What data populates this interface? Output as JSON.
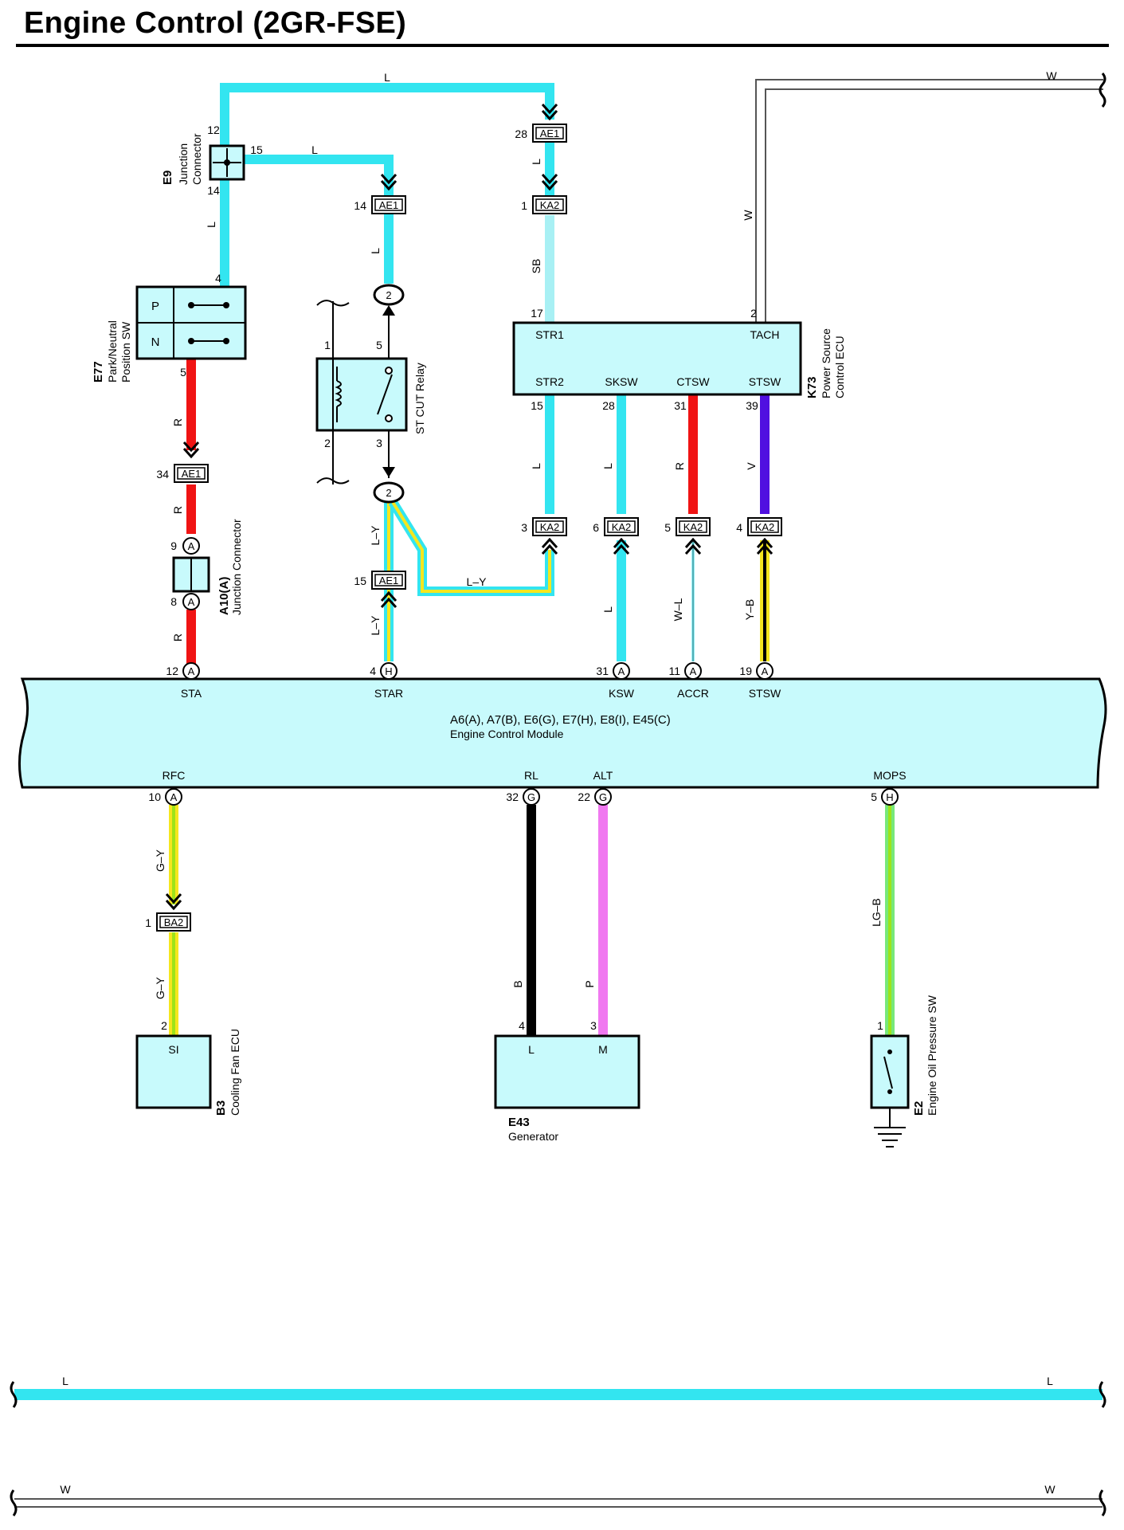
{
  "title": "Engine Control (2GR-FSE)",
  "colors": {
    "L": "#33E5F0",
    "SB": "#A8F0F4",
    "R": "#F01414",
    "V": "#5010E0",
    "Y": "#F5E61E",
    "G": "#9DE31A",
    "P": "#F078F0",
    "B": "#000000",
    "LG": "#77E87A",
    "W": "#FFFFFF",
    "component_fill": "#C8FAFC"
  },
  "wire_codes": {
    "top_l": "L",
    "e9_ae1": "L",
    "e9_e77": "L",
    "ae1_relay": "L",
    "ae1_ka2": "L",
    "sb": "SB",
    "w_tach_top": "W",
    "w_tach_vert": "W",
    "e77_ae1": "R",
    "ae1_a10": "R",
    "a10_ecm": "R",
    "relay_ly": "L–Y",
    "cross_ly": "L–Y",
    "ae1_ecm_ly": "L–Y",
    "str2_l": "L",
    "sksw_l": "L",
    "ksw_l": "L",
    "ctsw_r": "R",
    "accr_wl": "W–L",
    "stsw_v": "V",
    "stsw_yb": "Y–B",
    "rfc_gy1": "G–Y",
    "rfc_gy2": "G–Y",
    "rl_b": "B",
    "alt_p": "P",
    "mops_lgb": "LG–B",
    "bottom_l_left": "L",
    "bottom_l_right": "L",
    "bottom_w_left": "W",
    "bottom_w_right": "W"
  },
  "connectors": {
    "ae1_28": {
      "pin": "28",
      "name": "AE1"
    },
    "ka2_1": {
      "pin": "1",
      "name": "KA2"
    },
    "ae1_14": {
      "pin": "14",
      "name": "AE1"
    },
    "ae1_34": {
      "pin": "34",
      "name": "AE1"
    },
    "ae1_15": {
      "pin": "15",
      "name": "AE1"
    },
    "ka2_3": {
      "pin": "3",
      "name": "KA2"
    },
    "ka2_6": {
      "pin": "6",
      "name": "KA2"
    },
    "ka2_5": {
      "pin": "5",
      "name": "KA2"
    },
    "ka2_4": {
      "pin": "4",
      "name": "KA2"
    },
    "ba2_1": {
      "pin": "1",
      "name": "BA2"
    }
  },
  "components": {
    "e9": {
      "code": "E9",
      "name1": "Junction",
      "name2": "Connector",
      "pin12": "12",
      "pin14": "14",
      "pin15": "15"
    },
    "e77": {
      "code": "E77",
      "name1": "Park/Neutral",
      "name2": "Position SW",
      "p": "P",
      "n": "N",
      "pin4": "4",
      "pin5": "5"
    },
    "a10": {
      "code": "A10(A)",
      "name": "Junction Connector",
      "pin9": "9",
      "pin8": "8",
      "pin_letter": "A"
    },
    "relay": {
      "name": "ST CUT Relay",
      "pin1": "1",
      "pin2": "2",
      "pin3": "3",
      "pin5": "5",
      "jp": "2"
    },
    "k73": {
      "code": "K73",
      "name1": "Power Source",
      "name2": "Control ECU",
      "terms": [
        "STR1",
        "TACH",
        "STR2",
        "SKSW",
        "CTSW",
        "STSW"
      ],
      "pins": {
        "p17": "17",
        "p2": "2",
        "p15": "15",
        "p28": "28",
        "p31": "31",
        "p39": "39"
      }
    },
    "ecm": {
      "codes": "A6(A), A7(B), E6(G), E7(H), E8(I), E45(C)",
      "name": "Engine Control Module",
      "top_terms": [
        {
          "pin": "12",
          "letter": "A",
          "term": "STA"
        },
        {
          "pin": "4",
          "letter": "H",
          "term": "STAR"
        },
        {
          "pin": "31",
          "letter": "A",
          "term": "KSW"
        },
        {
          "pin": "11",
          "letter": "A",
          "term": "ACCR"
        },
        {
          "pin": "19",
          "letter": "A",
          "term": "STSW"
        }
      ],
      "bottom_terms": [
        {
          "pin": "10",
          "letter": "A",
          "term": "RFC"
        },
        {
          "pin": "32",
          "letter": "G",
          "term": "RL"
        },
        {
          "pin": "22",
          "letter": "G",
          "term": "ALT"
        },
        {
          "pin": "5",
          "letter": "H",
          "term": "MOPS"
        }
      ]
    },
    "b3": {
      "code": "B3",
      "name": "Cooling Fan ECU",
      "term": "SI",
      "pin": "2"
    },
    "e43": {
      "code": "E43",
      "name": "Generator",
      "term_l": "L",
      "term_m": "M",
      "pin_l": "4",
      "pin_m": "3"
    },
    "e2": {
      "code": "E2",
      "name": "Engine Oil Pressure SW",
      "pin": "1"
    }
  }
}
